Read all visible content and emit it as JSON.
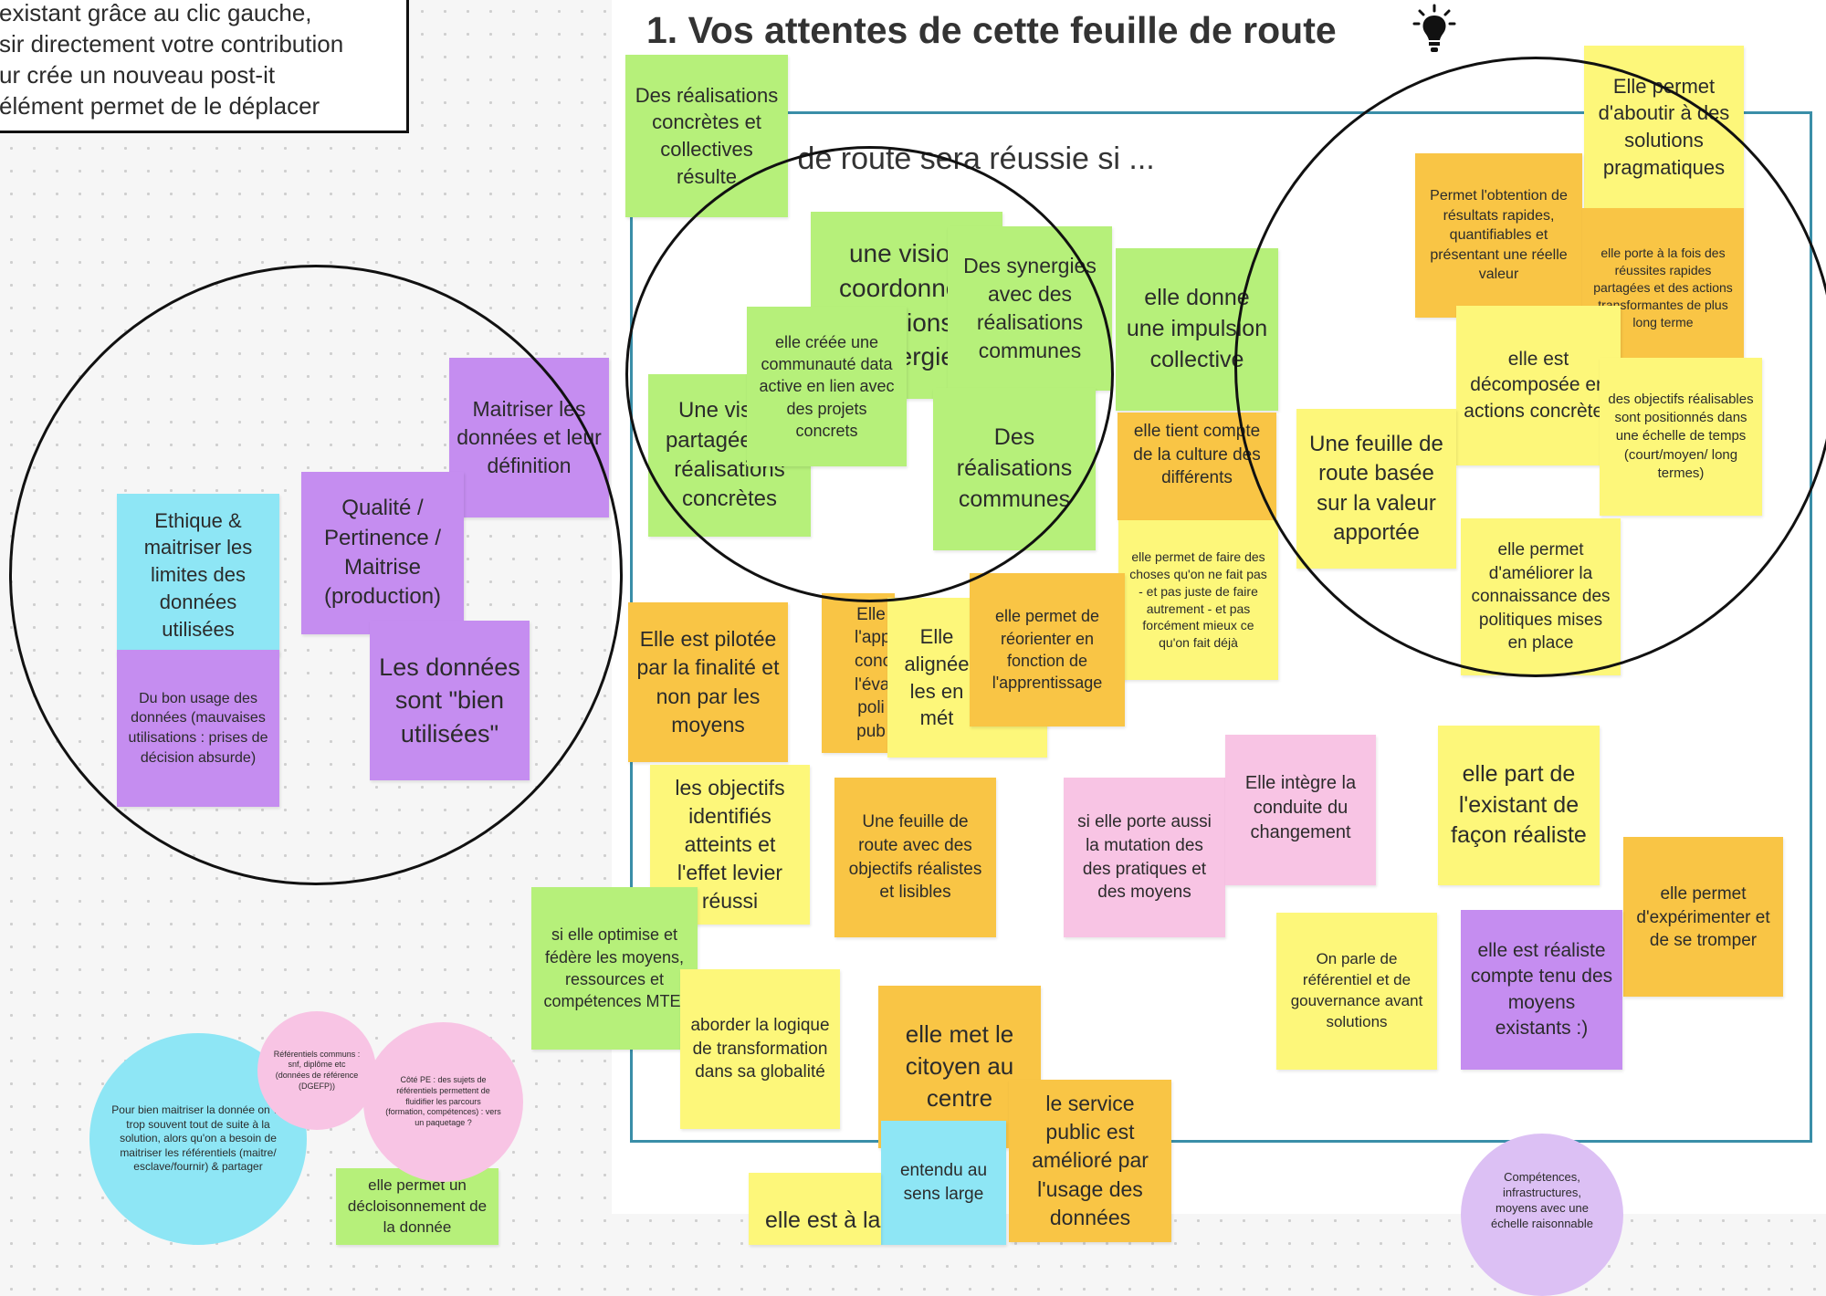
{
  "colors": {
    "green": "#b6f07a",
    "yellow": "#fdf77a",
    "orange": "#f9c545",
    "purple": "#c58df0",
    "blue": "#8ee6f5",
    "pink": "#f8c4e4",
    "lavender": "#dcc0f4",
    "frame": "#3a8ea8"
  },
  "instructions": {
    "line1": "existant grâce au clic gauche,",
    "line2": "sir directement votre contribution",
    "line3": "ur crée un nouveau post-it",
    "line4": "élément permet de le déplacer"
  },
  "header": {
    "title": "1. Vos attentes de cette feuille de route",
    "icon": "lightbulb-icon"
  },
  "frame_subtitle": "La feuille de route sera réussie si ...",
  "notes": [
    {
      "id": "n1",
      "text": "Des réalisations concrètes et collectives résulte",
      "color": "green"
    },
    {
      "id": "n2",
      "text": "Elle permet d'aboutir à des solutions pragmatiques",
      "color": "yellow"
    },
    {
      "id": "n3",
      "text": "Permet l'obtention de résultats rapides, quantifiables et présentant une réelle valeur",
      "color": "orange"
    },
    {
      "id": "n4",
      "text": "elle porte à la fois des réussites rapides partagées et des actions transformantes de plus long terme",
      "color": "orange"
    },
    {
      "id": "n5",
      "text": "une vision coordonnée des actions de synergie",
      "color": "green"
    },
    {
      "id": "n6",
      "text": "Des synergies avec des réalisations communes",
      "color": "green"
    },
    {
      "id": "n7",
      "text": "elle donne une impulsion collective",
      "color": "green"
    },
    {
      "id": "n8",
      "text": "elle créée une communauté data active en lien avec des projets concrets",
      "color": "green"
    },
    {
      "id": "n9",
      "text": "Une vision partagée des réalisations concrètes",
      "color": "green"
    },
    {
      "id": "n10",
      "text": "Des réalisations communes",
      "color": "green"
    },
    {
      "id": "n11",
      "text": "elle tient compte de la culture des différents",
      "color": "orange"
    },
    {
      "id": "n12",
      "text": "elle est décomposée en actions concrètes",
      "color": "yellow"
    },
    {
      "id": "n13",
      "text": "des objectifs réalisables sont positionnés dans une échelle de temps (court/moyen/ long termes)",
      "color": "yellow"
    },
    {
      "id": "n14",
      "text": "Une feuille de route basée sur la valeur apportée",
      "color": "yellow"
    },
    {
      "id": "n15",
      "text": "elle permet de faire des choses qu'on ne fait pas - et pas juste de faire autrement - et pas forcément mieux ce qu'on fait déjà",
      "color": "yellow"
    },
    {
      "id": "n16",
      "text": "elle permet d'améliorer la connaissance des politiques mises en place",
      "color": "yellow"
    },
    {
      "id": "n17",
      "text": "Maitriser les données et leur définition",
      "color": "purple"
    },
    {
      "id": "n18",
      "text": "Qualité / Pertinence / Maitrise (production)",
      "color": "purple"
    },
    {
      "id": "n19",
      "text": "Ethique & maitriser les limites des données utilisées",
      "color": "blue"
    },
    {
      "id": "n20",
      "text": "Les données sont \"bien utilisées\"",
      "color": "purple"
    },
    {
      "id": "n21",
      "text": "Du bon usage des données (mauvaises utilisations : prises de décision absurde)",
      "color": "purple"
    },
    {
      "id": "n22",
      "text": "Elle est pilotée par la finalité et non par les moyens",
      "color": "orange"
    },
    {
      "id": "n23",
      "text": "Elle l'app conc l'évalu poli pub",
      "color": "orange"
    },
    {
      "id": "n24",
      "text": "Elle alignée les en mét",
      "color": "yellow"
    },
    {
      "id": "n25",
      "text": "elle permet de réorienter en fonction de l'apprentissage",
      "color": "orange"
    },
    {
      "id": "n26",
      "text": "les objectifs identifiés atteints et l'effet levier réussi",
      "color": "yellow"
    },
    {
      "id": "n27",
      "text": "Une feuille de route avec des objectifs réalistes et lisibles",
      "color": "orange"
    },
    {
      "id": "n28",
      "text": "si elle porte aussi la mutation des des pratiques et des moyens",
      "color": "pink"
    },
    {
      "id": "n29",
      "text": "Elle intègre la conduite du changement",
      "color": "pink"
    },
    {
      "id": "n30",
      "text": "elle part de l'existant de façon réaliste",
      "color": "yellow"
    },
    {
      "id": "n31",
      "text": "elle permet d'expérimenter et de se tromper",
      "color": "orange"
    },
    {
      "id": "n32",
      "text": "si elle optimise et fédère les moyens, ressources et compétences MTEI",
      "color": "green"
    },
    {
      "id": "n33",
      "text": "aborder la logique de transformation dans sa globalité",
      "color": "yellow"
    },
    {
      "id": "n34",
      "text": "On parle de référentiel et de gouvernance avant solutions",
      "color": "yellow"
    },
    {
      "id": "n35",
      "text": "elle est réaliste compte tenu des moyens existants :)",
      "color": "purple"
    },
    {
      "id": "n36",
      "text": "elle met le citoyen au centre",
      "color": "orange"
    },
    {
      "id": "n37",
      "text": "le service public est amélioré par l'usage des données",
      "color": "orange"
    },
    {
      "id": "n38",
      "text": "entendu au sens large",
      "color": "blue"
    },
    {
      "id": "n39",
      "text": "elle est à la",
      "color": "yellow"
    },
    {
      "id": "n40",
      "text": "elle permet un décloisonnement de la donnée",
      "color": "green"
    }
  ],
  "dots": [
    {
      "id": "d1",
      "text": "Pour bien maitriser la donnée on va trop souvent tout de suite à la solution, alors qu'on a besoin de maitriser les référentiels (maitre/ esclave/fournir) & partager",
      "color": "blue"
    },
    {
      "id": "d2",
      "text": "Référentiels communs : snf, diplôme etc (données de référence (DGEFP))",
      "color": "pink"
    },
    {
      "id": "d3",
      "text": "Côté PE : des sujets de référentiels permettent de fluidifier les parcours (formation, compétences) : vers un paquetage ?",
      "color": "pink"
    },
    {
      "id": "d4",
      "text": "Compétences, infrastructures, moyens avec une échelle raisonnable",
      "color": "lavender"
    }
  ]
}
